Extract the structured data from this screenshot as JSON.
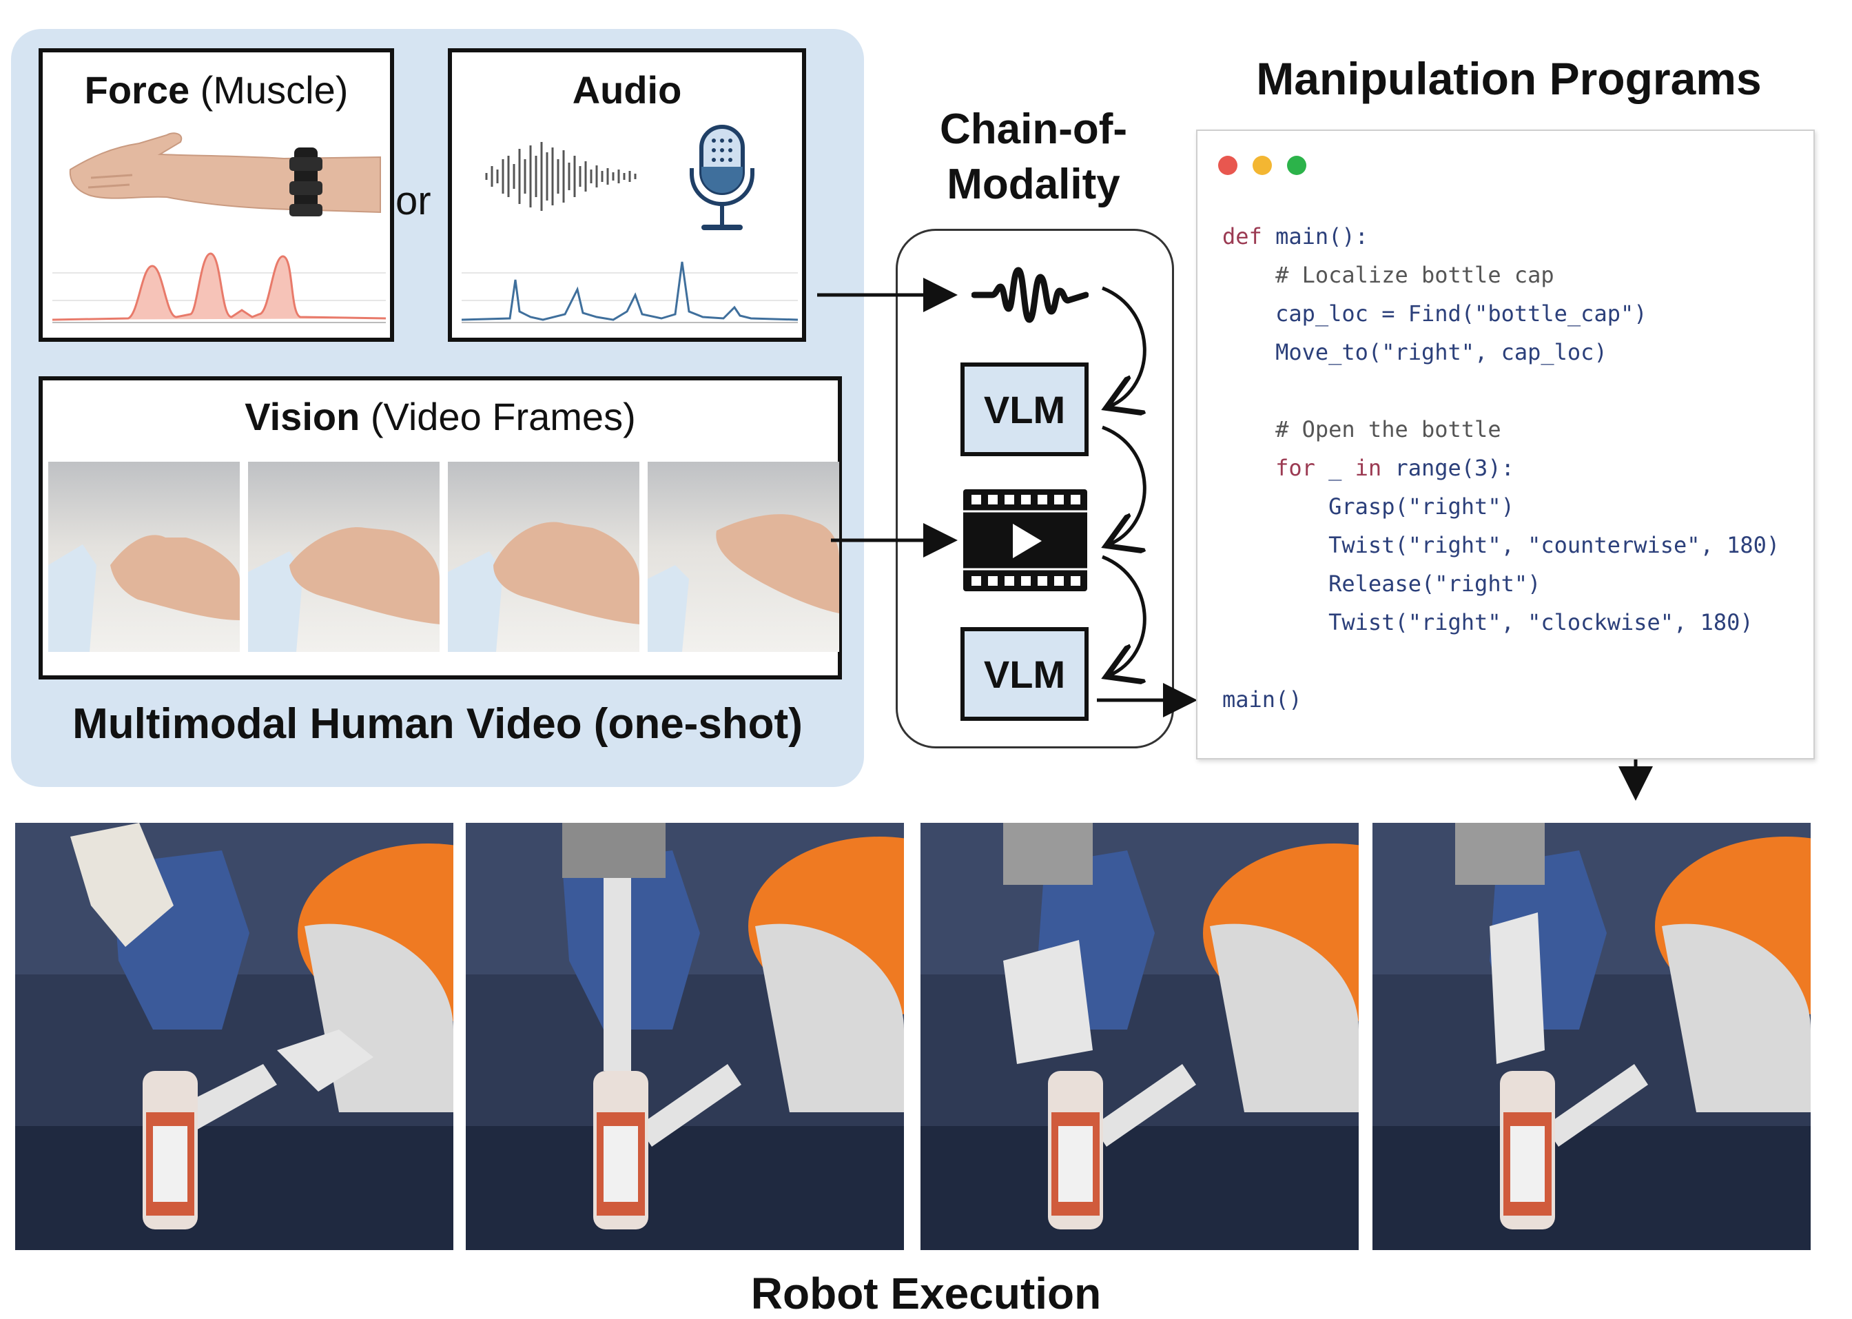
{
  "left_panel": {
    "force": {
      "title_bold": "Force",
      "title_rest": " (Muscle)"
    },
    "or_label": "or",
    "audio": {
      "title_bold": "Audio"
    },
    "vision": {
      "title_bold": "Vision",
      "title_rest": " (Video Frames)"
    },
    "caption": "Multimodal Human Video (one-shot)"
  },
  "chain": {
    "title_line1": "Chain-of-",
    "title_line2": "Modality",
    "vlm1": "VLM",
    "vlm2": "VLM"
  },
  "program": {
    "title": "Manipulation Programs",
    "window_dots": [
      "#e8574f",
      "#f3b632",
      "#2cb34a"
    ],
    "lines": [
      "def main():",
      "    # Localize bottle cap",
      "    cap_loc = Find(\"bottle_cap\")",
      "    Move_to(\"right\", cap_loc)",
      "",
      "    # Open the bottle",
      "    for _ in range(3):",
      "        Grasp(\"right\")",
      "        Twist(\"right\", \"counterwise\", 180)",
      "        Release(\"right\")",
      "        Twist(\"right\", \"clockwise\", 180)",
      "",
      "main()"
    ]
  },
  "robot": {
    "caption": "Robot Execution"
  },
  "colors": {
    "panel_blue": "#d6e4f2",
    "force_signal": "#e87a6a",
    "audio_signal": "#3f6f9c",
    "robot_orange": "#ef7a22"
  },
  "icons": [
    "waveform-icon",
    "film-play-icon",
    "microphone-icon"
  ]
}
